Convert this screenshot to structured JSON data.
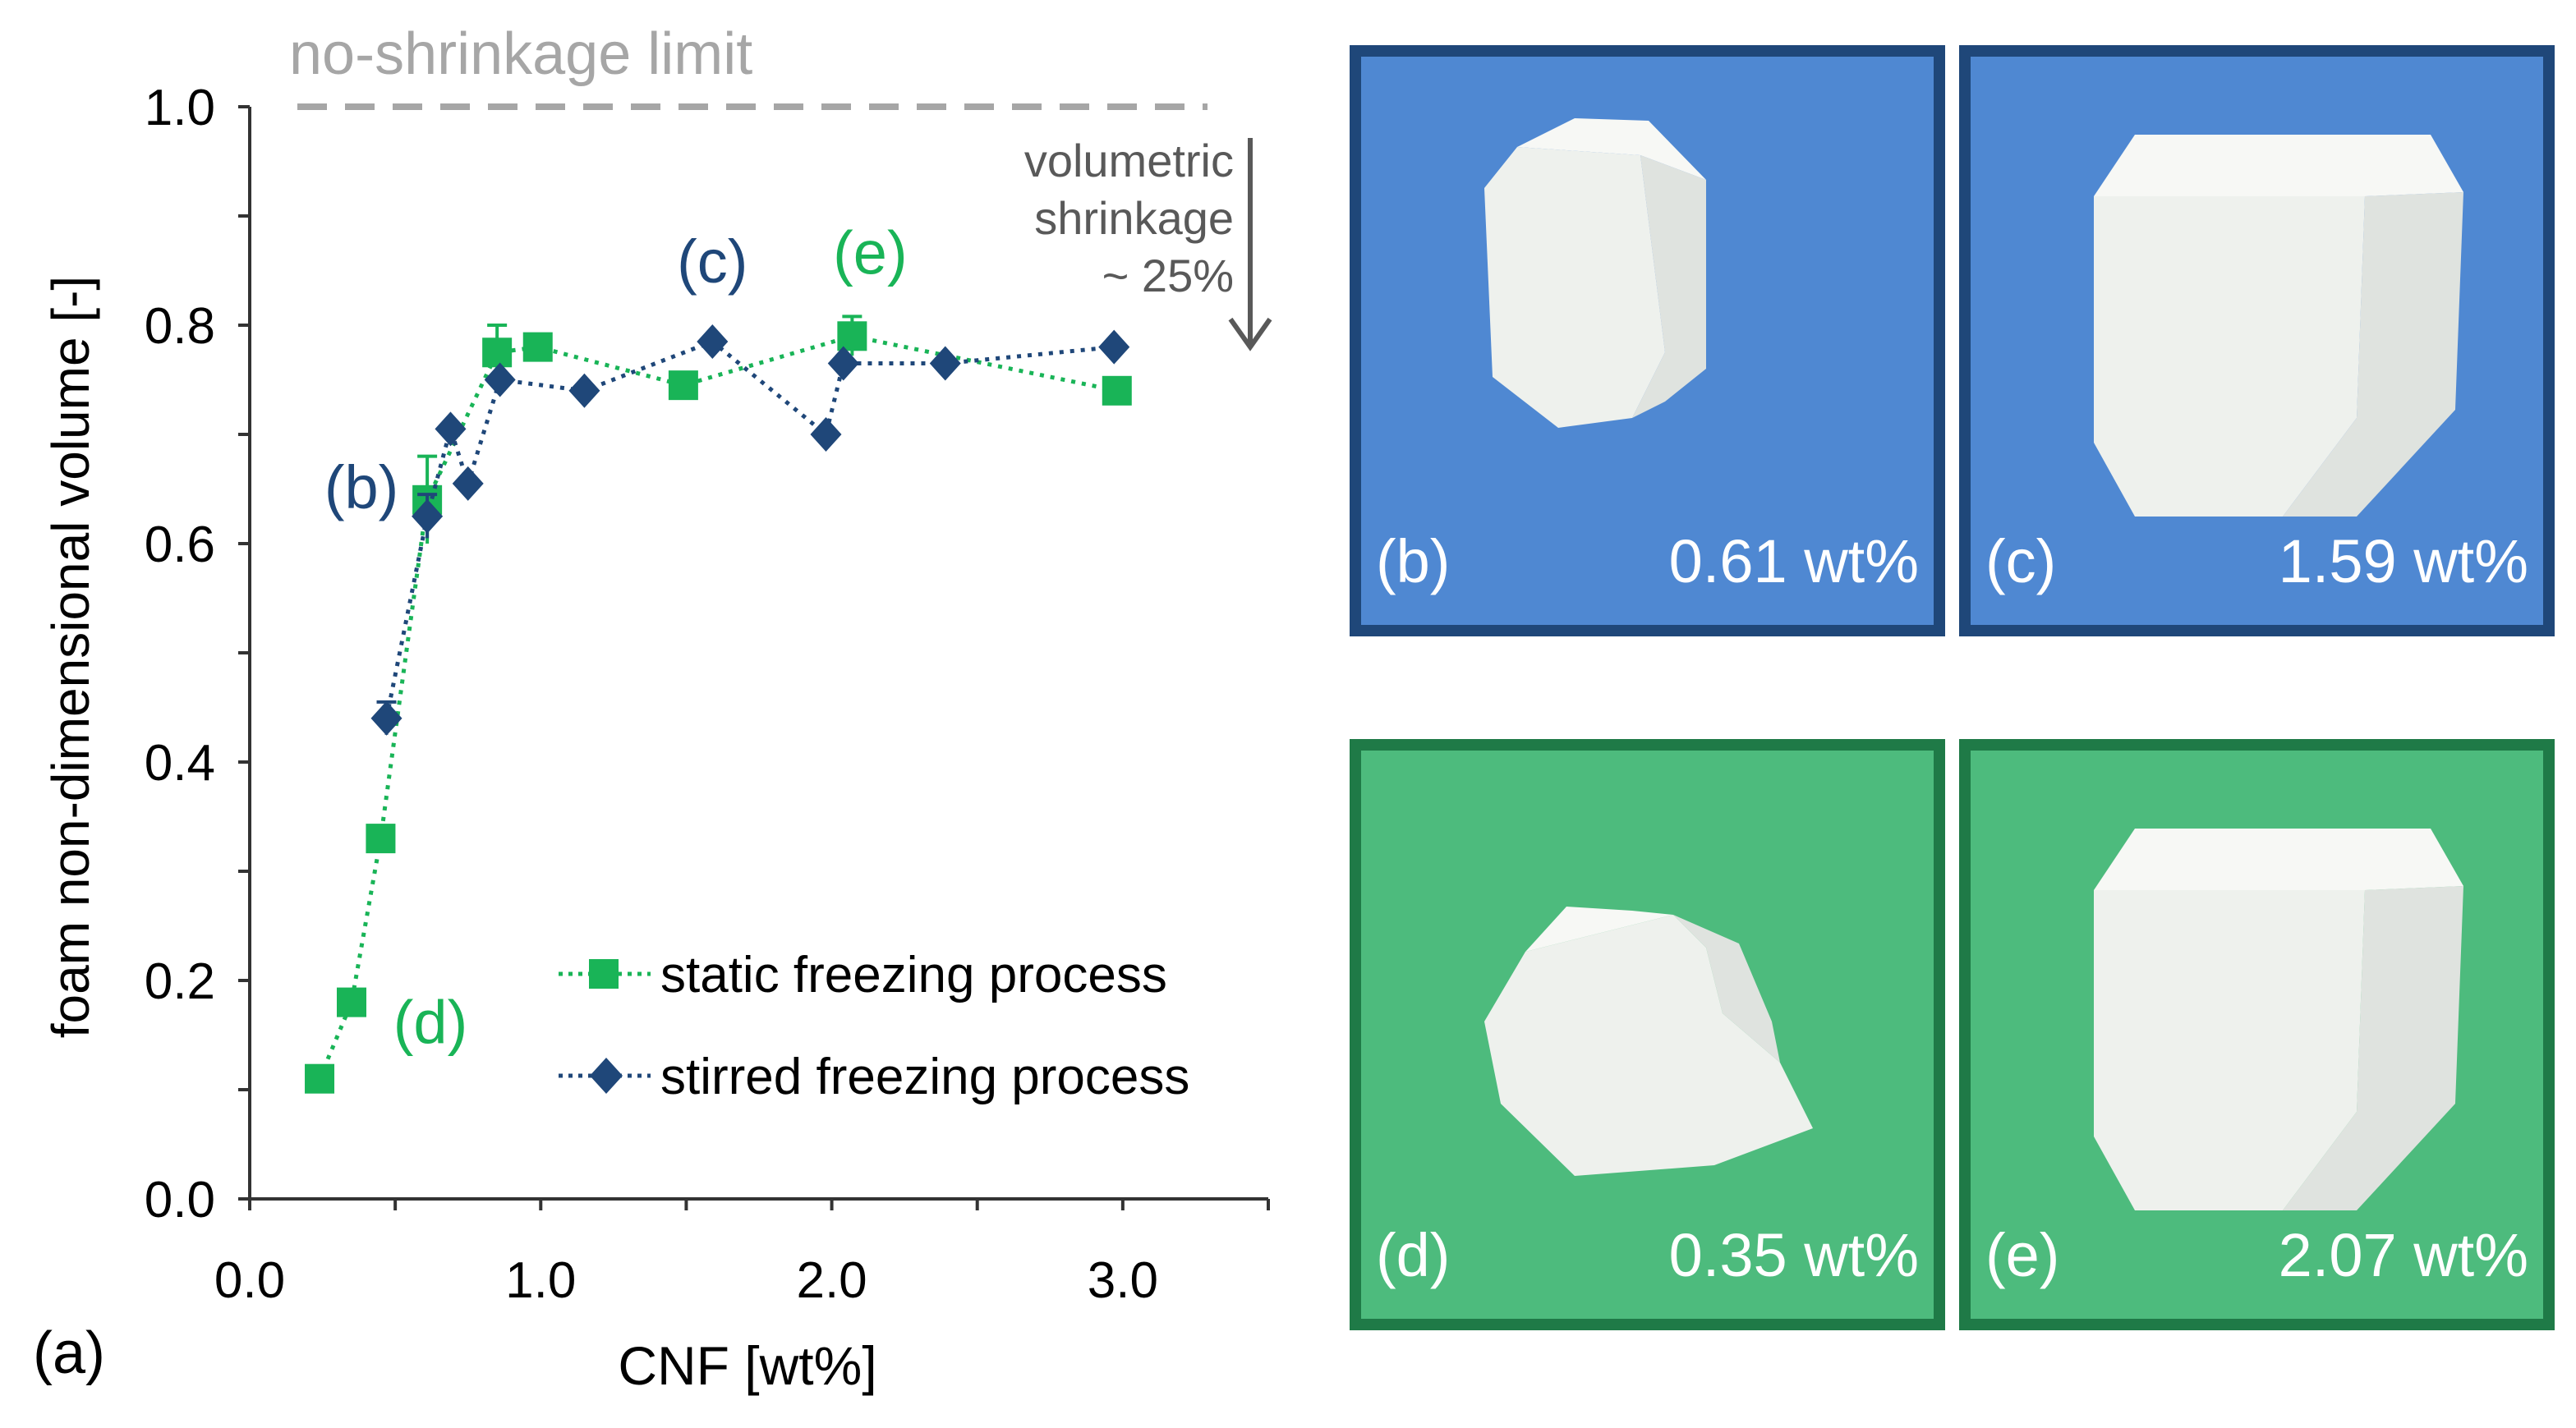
{
  "figure_label": "(a)",
  "colors": {
    "static": "#19b457",
    "stirred": "#1f4779",
    "limit": "#a6a6a6",
    "panel_blue_bg": "#4f88d2",
    "panel_blue_border": "#1f4779",
    "panel_green_bg": "#4dbb7d",
    "panel_green_border": "#1f7a47"
  },
  "chart_data": {
    "type": "scatter",
    "xlabel": "CNF [wt%]",
    "ylabel": "foam non-dimensional volume [-]",
    "xlim": [
      0.0,
      3.5
    ],
    "ylim": [
      0.0,
      1.0
    ],
    "x_ticks": [
      "0.0",
      "1.0",
      "2.0",
      "3.0"
    ],
    "y_ticks": [
      "0.0",
      "0.2",
      "0.4",
      "0.6",
      "0.8",
      "1.0"
    ],
    "x_tick_values": [
      0.0,
      1.0,
      2.0,
      3.0
    ],
    "y_tick_values": [
      0.0,
      0.2,
      0.4,
      0.6,
      0.8,
      1.0
    ],
    "grid": false,
    "legend_position": "bottom-right",
    "series": [
      {
        "name": "static freezing process",
        "marker": "square",
        "line": "dotted",
        "x": [
          0.24,
          0.35,
          0.45,
          0.61,
          0.85,
          0.99,
          1.49,
          2.07,
          2.98
        ],
        "y": [
          0.11,
          0.18,
          0.33,
          0.64,
          0.775,
          0.78,
          0.745,
          0.79,
          0.74
        ],
        "error": [
          0,
          0,
          0,
          0.04,
          0.025,
          0,
          0,
          0.018,
          0
        ]
      },
      {
        "name": "stirred freezing process",
        "marker": "diamond",
        "line": "dotted",
        "x": [
          0.47,
          0.61,
          0.69,
          0.75,
          0.86,
          1.15,
          1.59,
          1.98,
          2.04,
          2.39,
          2.97
        ],
        "y": [
          0.44,
          0.625,
          0.705,
          0.655,
          0.75,
          0.74,
          0.785,
          0.7,
          0.765,
          0.765,
          0.78
        ],
        "error": [
          0.015,
          0.02,
          0,
          0,
          0,
          0,
          0,
          0,
          0,
          0,
          0
        ]
      }
    ],
    "reference_line": {
      "label": "no-shrinkage limit",
      "y": 1.0
    },
    "annotations": [
      {
        "id": "b",
        "text": "(b)",
        "x": 0.61,
        "y": 0.625,
        "series": "stirred"
      },
      {
        "id": "c",
        "text": "(c)",
        "x": 1.59,
        "y": 0.785,
        "series": "stirred"
      },
      {
        "id": "d",
        "text": "(d)",
        "x": 0.35,
        "y": 0.18,
        "series": "static"
      },
      {
        "id": "e",
        "text": "(e)",
        "x": 2.07,
        "y": 0.79,
        "series": "static"
      }
    ],
    "shrinkage_note": {
      "lines": [
        "volumetric",
        "shrinkage",
        "~ 25%"
      ],
      "from_y": 1.0,
      "to_y": 0.78
    }
  },
  "panels": [
    {
      "letter": "(b)",
      "concentration": "0.61 wt%",
      "theme": "blue",
      "shape": "cube-rounded"
    },
    {
      "letter": "(c)",
      "concentration": "1.59 wt%",
      "theme": "blue",
      "shape": "cube-large"
    },
    {
      "letter": "(d)",
      "concentration": "0.35 wt%",
      "theme": "green",
      "shape": "collapsed"
    },
    {
      "letter": "(e)",
      "concentration": "2.07 wt%",
      "theme": "green",
      "shape": "cube-large"
    }
  ]
}
